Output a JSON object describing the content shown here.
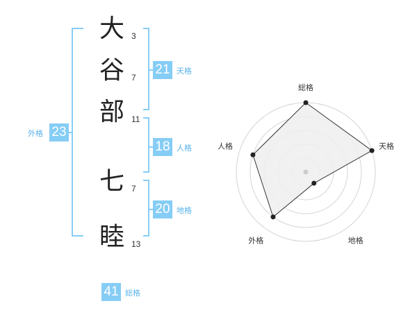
{
  "name_chars": [
    {
      "char": "大",
      "strokes": "3"
    },
    {
      "char": "谷",
      "strokes": "7"
    },
    {
      "char": "部",
      "strokes": "11"
    },
    {
      "char": "七",
      "strokes": "7"
    },
    {
      "char": "睦",
      "strokes": "13"
    }
  ],
  "fortunes": {
    "tenkaku": {
      "value": "21",
      "label": "天格"
    },
    "jinkaku": {
      "value": "18",
      "label": "人格"
    },
    "chikaku": {
      "value": "20",
      "label": "地格"
    },
    "gaikaku": {
      "value": "23",
      "label": "外格"
    },
    "soukaku": {
      "value": "41",
      "label": "総格"
    }
  },
  "colors": {
    "accent": "#86cdf6",
    "label": "#5ab3ea",
    "radar_fill": "#eeeeee",
    "radar_line": "#333333"
  },
  "chart_data": {
    "type": "radar",
    "axes": [
      "総格",
      "天格",
      "地格",
      "外格",
      "人格"
    ],
    "values": [
      1.0,
      1.0,
      0.2,
      0.8,
      0.8
    ],
    "max": 1.0,
    "rings": 5
  }
}
